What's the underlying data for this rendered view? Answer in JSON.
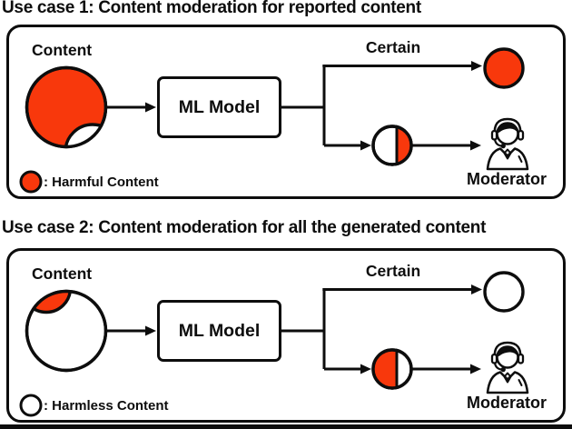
{
  "colors": {
    "harmful_red": "#F8380C",
    "harmless_white": "#FFFFFF",
    "outline_black": "#0D0D0D",
    "background": "#FFFFFF"
  },
  "use_case_1": {
    "title": "Use case 1: Content moderation for reported content",
    "content_label": "Content",
    "ml_model_label": "ML Model",
    "certain_label": "Certain",
    "moderator_label": "Moderator",
    "legend_text": ": Harmful Content",
    "content_mix": "mostly harmful with small harmless slice",
    "certain_output": "harmful",
    "legend_dot": "harmful"
  },
  "use_case_2": {
    "title": "Use case 2: Content moderation for all the generated content",
    "content_label": "Content",
    "ml_model_label": "ML Model",
    "certain_label": "Certain",
    "moderator_label": "Moderator",
    "legend_text": ": Harmless Content",
    "content_mix": "mostly harmless with small harmful slice",
    "certain_output": "harmless",
    "legend_dot": "harmless"
  }
}
